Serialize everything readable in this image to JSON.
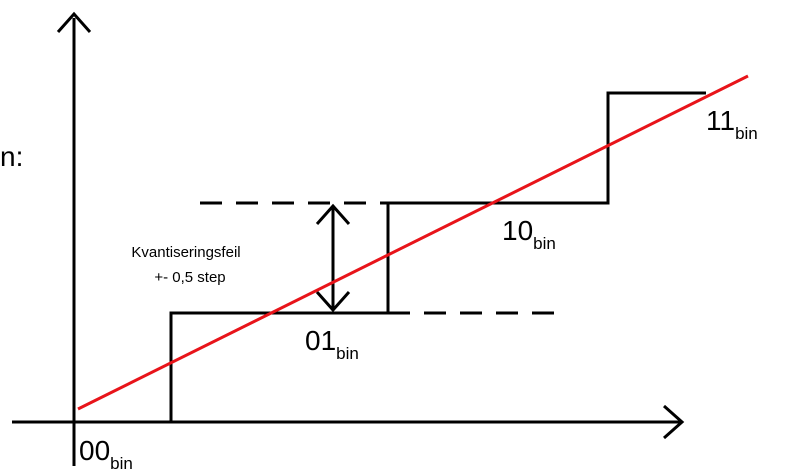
{
  "clipped_left_text": "n:",
  "codes": {
    "c00": {
      "main": "00",
      "sub": "bin"
    },
    "c01": {
      "main": "01",
      "sub": "bin"
    },
    "c10": {
      "main": "10",
      "sub": "bin"
    },
    "c11": {
      "main": "11",
      "sub": "bin"
    }
  },
  "annotation": {
    "line1": "Kvantiseringsfeil",
    "line2": "+- 0,5 step"
  },
  "colors": {
    "axis": "#000000",
    "staircase": "#000000",
    "analog_line": "#e8141a",
    "dashed": "#000000"
  }
}
